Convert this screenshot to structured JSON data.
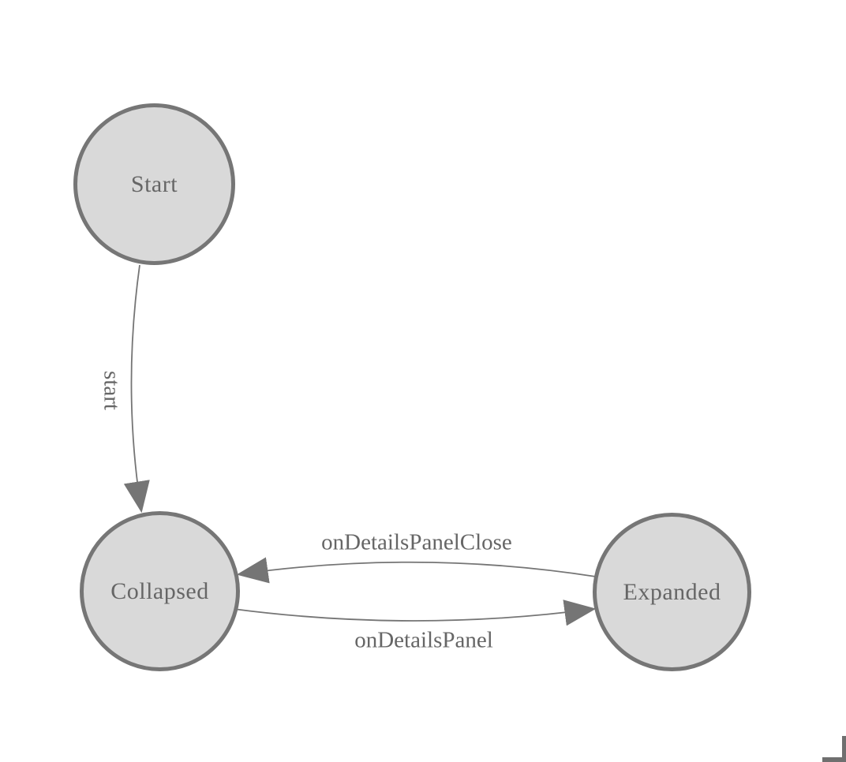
{
  "diagram": {
    "type": "state-machine",
    "nodes": [
      {
        "id": "start",
        "label": "Start"
      },
      {
        "id": "collapsed",
        "label": "Collapsed"
      },
      {
        "id": "expanded",
        "label": "Expanded"
      }
    ],
    "edges": [
      {
        "from": "Start",
        "to": "Collapsed",
        "label": "start"
      },
      {
        "from": "Expanded",
        "to": "Collapsed",
        "label": "onDetailsPanelClose"
      },
      {
        "from": "Collapsed",
        "to": "Expanded",
        "label": "onDetailsPanel"
      }
    ],
    "colors": {
      "node_fill": "#d9d9d9",
      "node_stroke": "#767676",
      "edge": "#757575",
      "label_text": "#666666",
      "background": "#ffffff"
    }
  }
}
